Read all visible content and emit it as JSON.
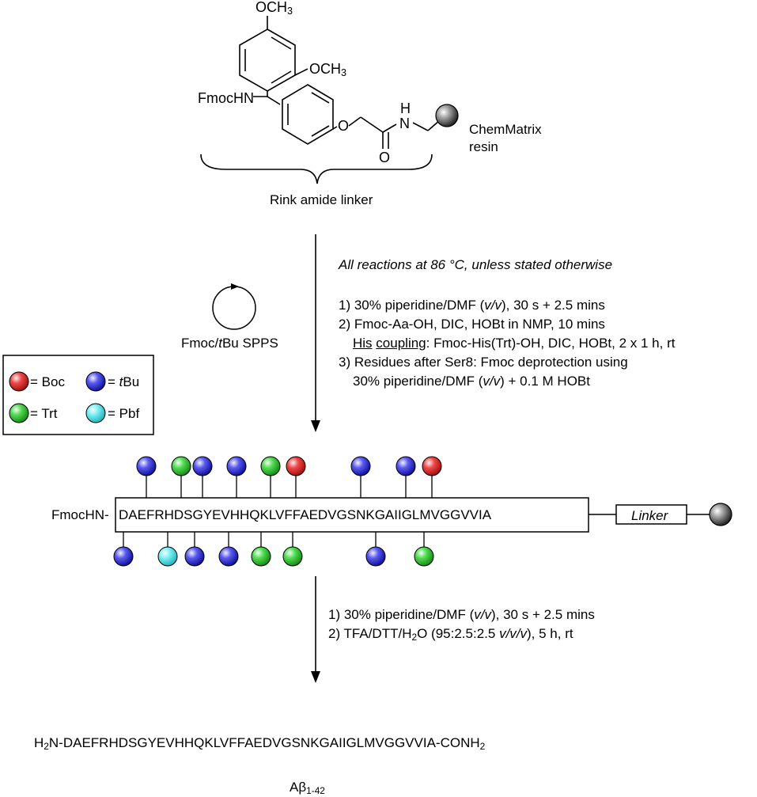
{
  "structure": {
    "group_top": "OCH",
    "group_top_sub": "3",
    "group_mid": "OCH",
    "group_mid_sub": "3",
    "fmochn_label": "FmocHN",
    "atom_o": "O",
    "atom_n": "N",
    "atom_h": "H",
    "atom_o_carbonyl": "O",
    "resin_line1": "ChemMatrix",
    "resin_line2": "resin",
    "linker_label": "Rink amide linker"
  },
  "cycle": {
    "label_pre": "Fmoc/",
    "label_it": "t",
    "label_post": "Bu SPPS"
  },
  "conditions1": {
    "header": "All reactions at 86 °C, unless stated otherwise",
    "step1_pre": "1) 30% piperidine/DMF (",
    "step1_it": "v/v",
    "step1_post": "), 30 s + 2.5 mins",
    "step2": "2) Fmoc-Aa-OH, DIC, HOBt in NMP, 10 mins",
    "step2b_u1": "His",
    "step2b_u2": "coupling",
    "step2b_rest": ": Fmoc-His(Trt)-OH, DIC, HOBt, 2 x 1 h, rt",
    "step3": "3) Residues after Ser8: Fmoc deprotection using",
    "step3b_pre": "30% piperidine/DMF (",
    "step3b_it": "v/v",
    "step3b_post": ") + 0.1 M HOBt"
  },
  "legend": {
    "boc": {
      "label": "= Boc",
      "color": "#e8262b"
    },
    "tbu": {
      "label_pre": "= ",
      "label_it": "t",
      "label_post": "Bu",
      "color": "#2b2bd6"
    },
    "trt": {
      "label": "= Trt",
      "color": "#2ec82e"
    },
    "pbf": {
      "label": "= Pbf",
      "color": "#35e0e8"
    }
  },
  "peptide": {
    "prefix": "FmocHN-",
    "sequence": "DAEFRHDSGYEVHHQKLVFFAEDVGSNKGAIIGLMVGGVVIA",
    "linker": "Linker",
    "top_groups": [
      "tbu",
      "trt",
      "tbu",
      "tbu",
      "trt",
      "boc",
      "tbu",
      "tbu",
      "boc"
    ],
    "bottom_groups": [
      "tbu",
      "pbf",
      "tbu",
      "tbu",
      "trt",
      "trt",
      "tbu",
      "trt"
    ]
  },
  "conditions2": {
    "step1_pre": "1) 30% piperidine/DMF (",
    "step1_it": "v/v",
    "step1_post": "), 30 s + 2.5 mins",
    "step2_pre": "2) TFA/DTT/H",
    "step2_sub": "2",
    "step2_mid": "O (95:2.5:2.5 ",
    "step2_it": "v/v/v",
    "step2_post": "), 5 h, rt"
  },
  "product": {
    "pre": "H",
    "sub1": "2",
    "mid": "N-DAEFRHDSGYEVHHQKLVFFAEDVGSNKGAIIGLMVGGVVIA-CONH",
    "sub2": "2",
    "name": "Aβ",
    "name_sub": "1-42"
  }
}
